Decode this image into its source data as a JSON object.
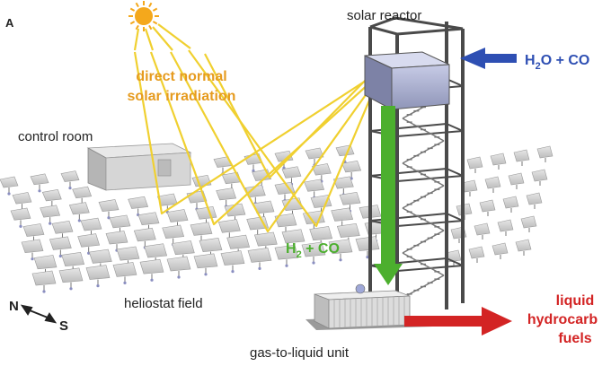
{
  "panel_label": "A",
  "labels": {
    "solar_reactor": "solar reactor",
    "dni_line1": "direct normal",
    "dni_line2": "solar irradiation",
    "control_room": "control room",
    "heliostat_field": "heliostat field",
    "gtl_unit": "gas-to-liquid unit",
    "compass_n": "N",
    "compass_s": "S"
  },
  "inputs": {
    "h": "H",
    "sub2": "2",
    "o_plus_co": "O + CO"
  },
  "syngas": {
    "h": "H",
    "sub": "2",
    "rest": " + CO"
  },
  "outputs": {
    "line1": "liquid",
    "line2": "hydrocarb",
    "line3": "fuels"
  },
  "colors": {
    "sun": "#f4a81c",
    "sunlight": "#f0d030",
    "dni_text": "#e69b1f",
    "input_arrow": "#2e4fb3",
    "syngas_arrow": "#4caf2e",
    "output_arrow": "#d32424",
    "structure": "#4a4a4a"
  }
}
